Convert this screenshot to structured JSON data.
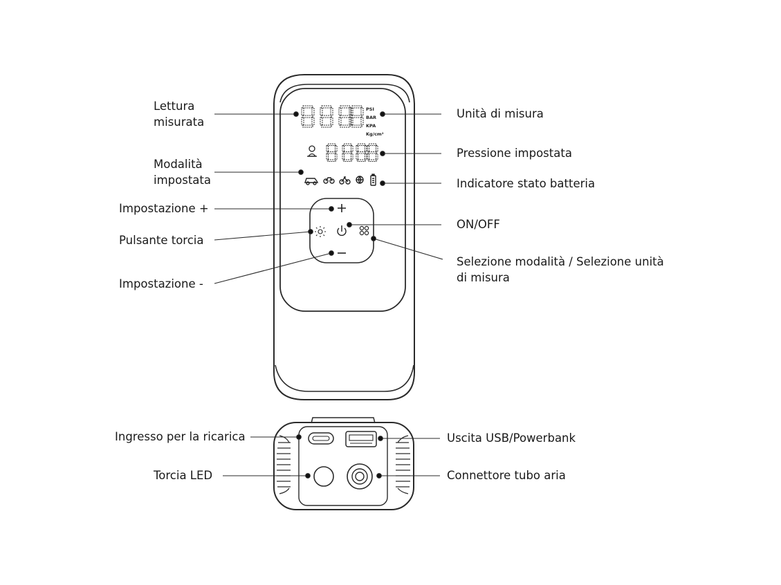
{
  "front_labels": {
    "lettura": [
      "Lettura",
      "misurata"
    ],
    "modalita": [
      "Modalità",
      "impostata"
    ],
    "impostazione_plus": "Impostazione +",
    "pulsante_torcia": "Pulsante torcia",
    "impostazione_minus": "Impostazione -",
    "unita": "Unità di misura",
    "pressione": "Pressione impostata",
    "batteria": "Indicatore stato batteria",
    "onoff": "ON/OFF",
    "selezione": [
      "Selezione modalità / Selezione unità",
      "di misura"
    ]
  },
  "bottom_labels": {
    "ingresso": "Ingresso per la ricarica",
    "torcia_led": "Torcia LED",
    "uscita": "Uscita USB/Powerbank",
    "connettore": "Connettore tubo aria"
  },
  "display": {
    "units": [
      "PSI",
      "BAR",
      "KPA",
      "Kg/cm²"
    ]
  },
  "colors": {
    "line": "#2a2a2a",
    "background": "#ffffff"
  },
  "icons": [
    "car-icon",
    "motorcycle-icon",
    "bicycle-icon",
    "ball-icon",
    "battery-icon",
    "sun-icon",
    "power-icon",
    "mode-icon",
    "plus-icon",
    "minus-icon",
    "pressure-icon"
  ]
}
